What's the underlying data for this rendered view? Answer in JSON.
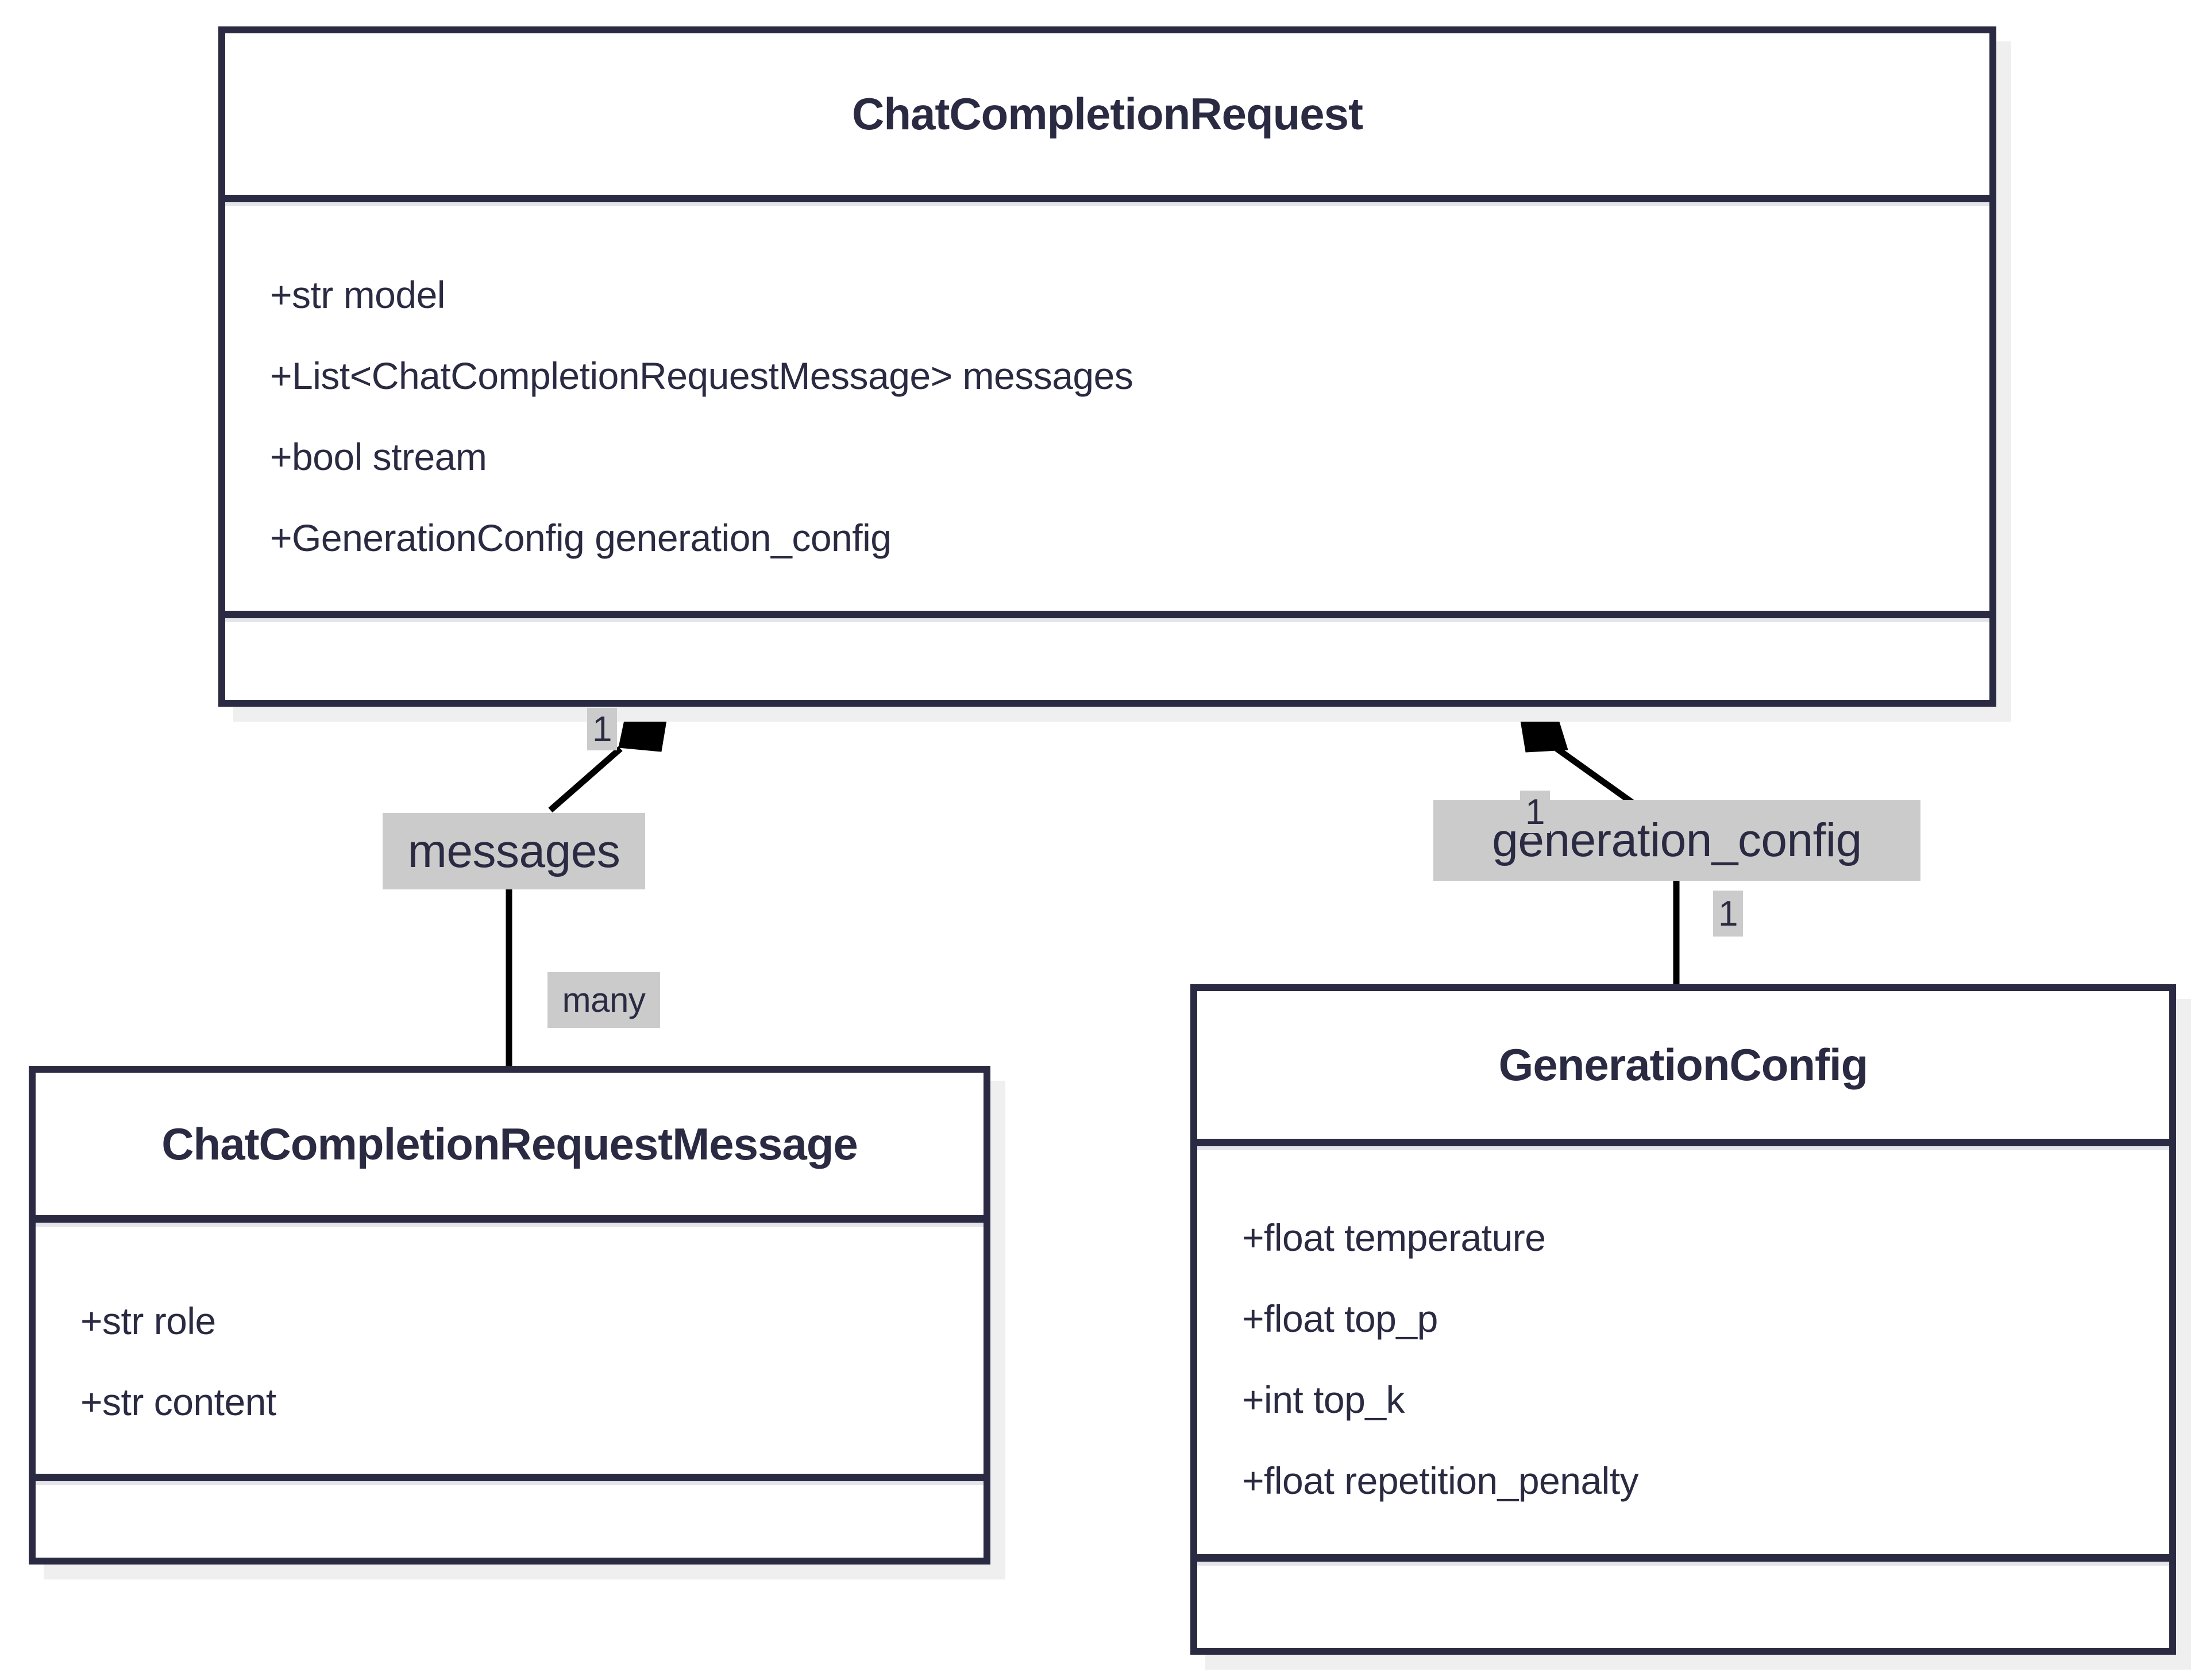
{
  "diagram": {
    "type": "uml-class-diagram",
    "classes": [
      {
        "title": "ChatCompletionRequest",
        "attributes": [
          "+str model",
          "+List<ChatCompletionRequestMessage> messages",
          "+bool stream",
          "+GenerationConfig generation_config"
        ],
        "methods": []
      },
      {
        "title": "ChatCompletionRequestMessage",
        "attributes": [
          "+str role",
          "+str content"
        ],
        "methods": []
      },
      {
        "title": "GenerationConfig",
        "attributes": [
          "+float temperature",
          "+float top_p",
          "+int top_k",
          "+float repetition_penalty"
        ],
        "methods": []
      }
    ],
    "relations": [
      {
        "from": "ChatCompletionRequest",
        "to": "ChatCompletionRequestMessage",
        "type": "composition",
        "label": "messages",
        "source_multiplicity": "1",
        "target_multiplicity": "many"
      },
      {
        "from": "ChatCompletionRequest",
        "to": "GenerationConfig",
        "type": "composition",
        "label": "generation_config",
        "source_multiplicity": "1",
        "target_multiplicity": "1"
      }
    ],
    "colors": {
      "ink": "#2a2a42",
      "edge": "#000000",
      "label_background": "#cbcbcb",
      "box_shadow": "#efefef",
      "background": "#ffffff"
    }
  }
}
